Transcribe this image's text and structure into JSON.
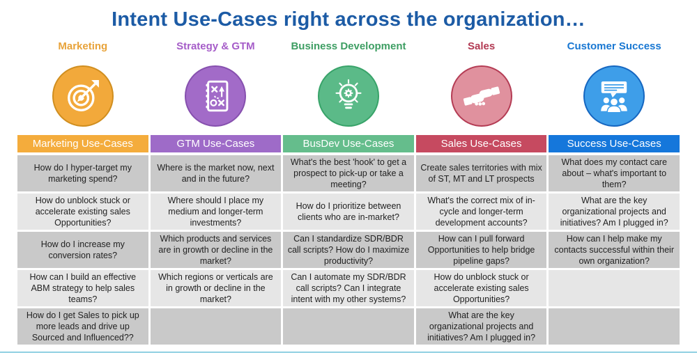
{
  "title": "Intent Use-Cases right across the organization…",
  "title_color": "#1C5BA5",
  "columns": [
    {
      "category": "Marketing",
      "header": "Marketing Use-Cases",
      "icon": "target-icon",
      "colors": {
        "category_text": "#E8A33A",
        "header_bg": "#F4AC3C",
        "circle_fill": "#F2A93B",
        "circle_border": "#D08E1F"
      },
      "cells": [
        "How do I hyper-target my marketing spend?",
        "How do unblock stuck or accelerate existing sales Opportunities?",
        "How do I increase my conversion rates?",
        "How can I build an effective ABM strategy to help sales teams?",
        "How do I get Sales to pick up more leads and drive up Sourced and Influenced??"
      ]
    },
    {
      "category": "Strategy & GTM",
      "header": "GTM Use-Cases",
      "icon": "strategy-playbook-icon",
      "colors": {
        "category_text": "#A55CC8",
        "header_bg": "#9E6BC8",
        "circle_fill": "#A26BC8",
        "circle_border": "#8650AE"
      },
      "cells": [
        "Where is the market now, next and in the future?",
        "Where should I place my medium and longer-term investments?",
        "Which products and services are in growth or decline in the market?",
        "Which regions or verticals are in growth or decline in the market?",
        ""
      ]
    },
    {
      "category": "Business Development",
      "header": "BusDev Use-Cases",
      "icon": "idea-bulb-gear-icon",
      "colors": {
        "category_text": "#3E9E63",
        "header_bg": "#65BD8C",
        "circle_fill": "#5BBA88",
        "circle_border": "#38A369"
      },
      "cells": [
        "What's the best 'hook' to get a prospect to pick-up or take a meeting?",
        "How do I prioritize between clients who are in-market?",
        "Can I standardize SDR/BDR call scripts? How do I maximize productivity?",
        "Can I automate my SDR/BDR call scripts?  Can I integrate intent with my other systems?",
        ""
      ]
    },
    {
      "category": "Sales",
      "header": "Sales Use-Cases",
      "icon": "handshake-icon",
      "colors": {
        "category_text": "#B23A53",
        "header_bg": "#C64A60",
        "circle_fill": "#E0919E",
        "circle_border": "#B43C54"
      },
      "cells": [
        "Create sales territories with mix of ST, MT and LT prospects",
        "What's the correct mix of in-cycle and longer-term development accounts?",
        "How can I pull forward Opportunities to help bridge pipeline gaps?",
        "How do unblock stuck or accelerate existing sales Opportunities?",
        "What are the key organizational projects and initiatives?  Am I plugged in?"
      ]
    },
    {
      "category": "Customer Success",
      "header": "Success Use-Cases",
      "icon": "audience-presentation-icon",
      "colors": {
        "category_text": "#1877D2",
        "header_bg": "#1577DB",
        "circle_fill": "#3E9EE9",
        "circle_border": "#1566C0"
      },
      "cells": [
        "What does my contact care about – what's important to them?",
        "What are the key organizational projects and initiatives?  Am I plugged in?",
        "How can I help make my contacts successful within their own organization?",
        "",
        ""
      ]
    }
  ],
  "table": {
    "row_colors": {
      "odd": "#C9C9C9",
      "even": "#E6E6E6"
    }
  },
  "footer_line_color": "#8FD0E2"
}
